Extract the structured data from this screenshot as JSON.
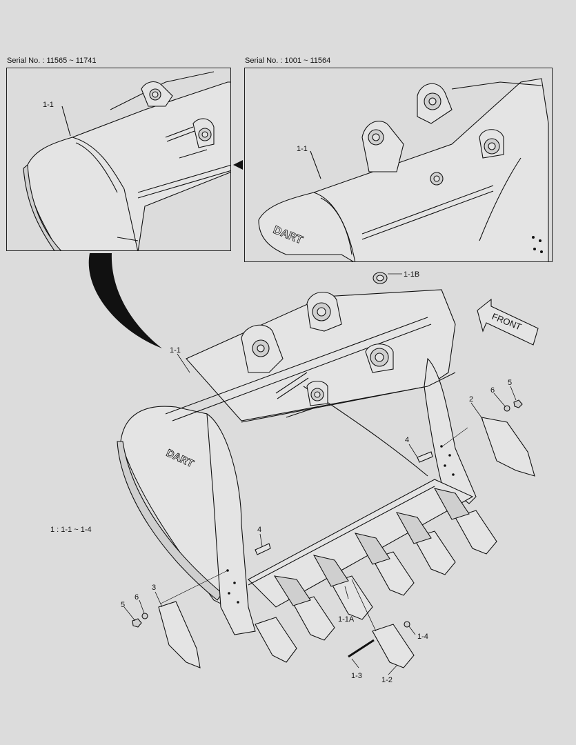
{
  "serials": {
    "left": "Serial No. : 11565 ~ 11741",
    "right": "Serial No. : 1001 ~ 11564"
  },
  "inset_left_callouts": [
    "1-1"
  ],
  "inset_right_callouts": [
    "1-1"
  ],
  "brand_mark": "DART",
  "front_label": "FRONT",
  "scale_note": "1 : 1-1 ~ 1-4",
  "callouts": {
    "c_1_1": "1-1",
    "c_1_1b": "1-1B",
    "c_2": "2",
    "c_3": "3",
    "c_4a": "4",
    "c_4b": "4",
    "c_5a": "5",
    "c_5b": "5",
    "c_6a": "6",
    "c_6b": "6",
    "c_1_1a": "1-1A",
    "c_1_2": "1-2",
    "c_1_3": "1-3",
    "c_1_4": "1-4"
  }
}
